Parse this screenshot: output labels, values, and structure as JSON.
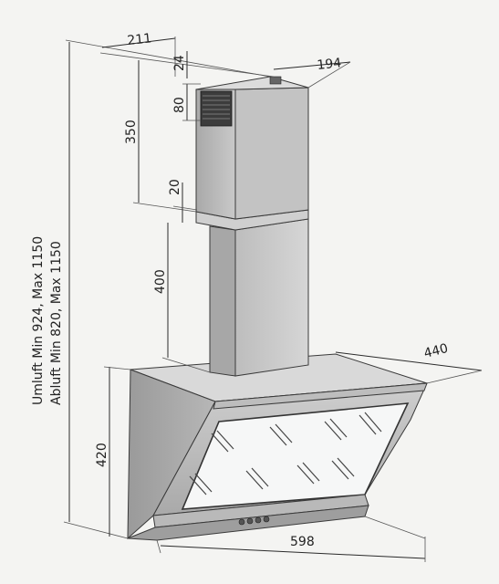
{
  "dimensions": {
    "chimney_depth": "211",
    "chimney_width": "194",
    "top_gap": "24",
    "vent_height": "80",
    "upper_chimney": "350",
    "overlap": "20",
    "lower_chimney": "400",
    "hood_depth": "440",
    "hood_height": "420",
    "hood_width": "598"
  },
  "height_notes": {
    "umluft": "Umluft Min 924, Max 1150",
    "abluft": "Abluft Min 820, Max 1150"
  },
  "colors": {
    "line": "#2a2a2a",
    "steel_light": "#cfcfcf",
    "steel_mid": "#b5b5b5",
    "steel_dark": "#8f8f8f",
    "glass": "#f6f7f7"
  }
}
